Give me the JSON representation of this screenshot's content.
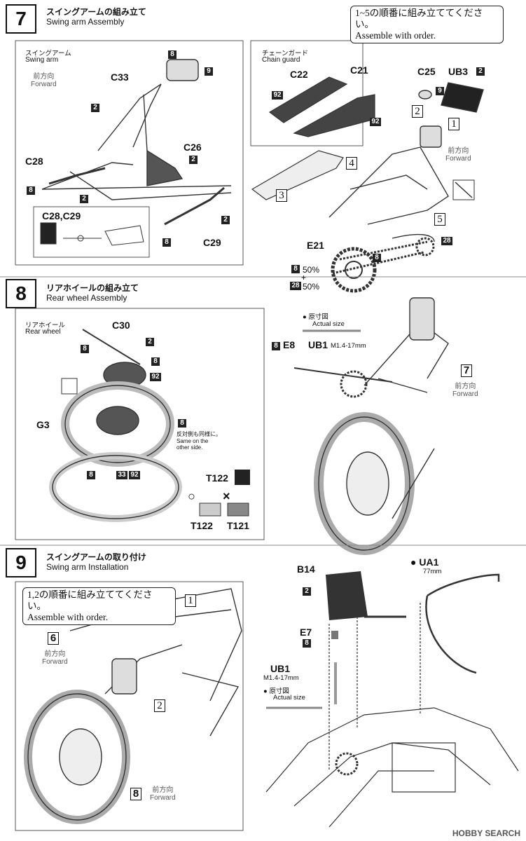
{
  "step7": {
    "number": "7",
    "title_jp": "スイングアームの組み立て",
    "title_en": "Swing arm Assembly",
    "note_jp": "1~5の順番に組み立ててください。",
    "note_en": "Assemble with order.",
    "swingarm_jp": "スイングアーム",
    "swingarm_en": "Swing arm",
    "forward_jp": "前方向",
    "forward_en": "Forward",
    "chain_guard_jp": "チェーンガード",
    "chain_guard_en": "Chain guard",
    "parts": {
      "c33": "C33",
      "c26": "C26",
      "c28": "C28",
      "c29": "C29",
      "c28c29": "C28,C29",
      "c22": "C22",
      "c21": "C21",
      "c25": "C25",
      "ub3": "UB3",
      "e21": "E21"
    },
    "badges": {
      "b8": "8",
      "b9": "9",
      "b2": "2",
      "b92": "92",
      "b28": "28"
    },
    "order": {
      "o1": "1",
      "o2": "2",
      "o3": "3",
      "o4": "4",
      "o5": "5"
    },
    "ratio1": "50%",
    "ratio2": "50%",
    "plus": "+",
    "forward2_jp": "前方向",
    "forward2_en": "Forward"
  },
  "step8": {
    "number": "8",
    "title_jp": "リアホイールの組み立て",
    "title_en": "Rear wheel Assembly",
    "rear_wheel_jp": "リアホイール",
    "rear_wheel_en": "Rear wheel",
    "parts": {
      "c30": "C30",
      "g3": "G3",
      "t122": "T122",
      "t121": "T121",
      "e8": "E8",
      "ub1": "UB1"
    },
    "ub1_size": "M1.4-17mm",
    "actual_size_jp": "原寸図",
    "actual_size_en": "Actual size",
    "other_side_jp": "反対側も同様に。",
    "other_side_en": "Same on the other side.",
    "ok_mark": "○",
    "ng_mark": "×",
    "ref_step": "7",
    "forward_jp": "前方向",
    "forward_en": "Forward",
    "badges": {
      "b8": "8",
      "b2": "2",
      "b92": "92",
      "b33": "33"
    }
  },
  "step9": {
    "number": "9",
    "title_jp": "スイングアームの取り付け",
    "title_en": "Swing arm Installation",
    "note_jp": "1,2の順番に組み立ててください。",
    "note_en": "Assemble with order.",
    "parts": {
      "b14": "B14",
      "ua1": "UA1",
      "e7": "E7",
      "ub1": "UB1"
    },
    "ua1_length": "77mm",
    "ub1_size": "M1.4-17mm",
    "actual_size_jp": "原寸図",
    "actual_size_en": "Actual size",
    "ref_step6": "6",
    "ref_step8": "8",
    "forward_jp": "前方向",
    "forward_en": "Forward",
    "order": {
      "o1": "1",
      "o2": "2"
    },
    "badges": {
      "b2": "2",
      "b8": "8"
    }
  },
  "watermark": "HOBBY SEARCH"
}
